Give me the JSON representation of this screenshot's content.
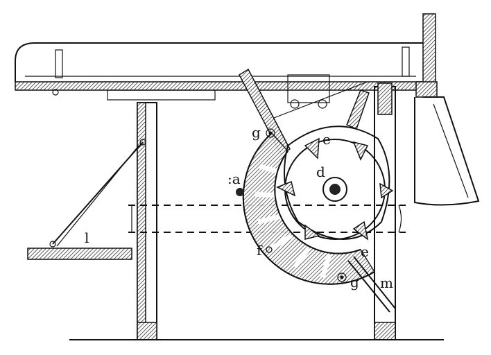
{
  "labels": {
    "g_top": "g",
    "e_top": "e",
    "d": "d",
    "a": ":a",
    "l": "l",
    "f": "f",
    "e_bottom": "e",
    "g_bottom": "g",
    "m": "m"
  },
  "colors": {
    "ink": "#111111",
    "paper": "#ffffff"
  }
}
